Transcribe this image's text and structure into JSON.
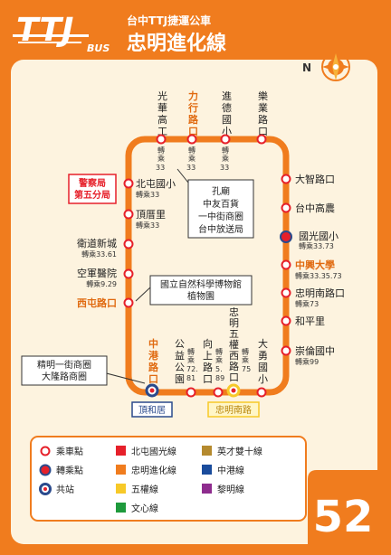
{
  "header": {
    "logo_text": "TTJ",
    "logo_sub": "BUS",
    "company": "台中TTJ捷運公車",
    "route_name": "忠明進化線"
  },
  "compass": {
    "label": "N"
  },
  "route_number": "52",
  "colors": {
    "orange": "#F07C1E",
    "cream": "#FDF3DF",
    "red": "#E6202A",
    "navy": "#2A4A8C"
  },
  "stops": {
    "top": [
      {
        "name": "光華高工",
        "transfer": "轉乘",
        "lines": "33"
      },
      {
        "name": "力行路口",
        "transfer": "轉乘",
        "lines": "33",
        "highlight": true
      },
      {
        "name": "進德國小",
        "transfer": "轉乘",
        "lines": "33"
      },
      {
        "name": "樂業路口",
        "transfer": "",
        "lines": ""
      }
    ],
    "left": [
      {
        "name": "北屯國小",
        "transfer": "轉乘33"
      },
      {
        "name": "頂厝里",
        "transfer": "轉乘33"
      },
      {
        "name": "衛道新城",
        "transfer": "轉乘33.61"
      },
      {
        "name": "空軍醫院",
        "transfer": "轉乘9.29"
      },
      {
        "name": "西屯路口",
        "transfer": "",
        "highlight": true
      }
    ],
    "right": [
      {
        "name": "大智路口",
        "transfer": ""
      },
      {
        "name": "台中高農",
        "transfer": ""
      },
      {
        "name": "國光國小",
        "transfer": "轉乘33.73"
      },
      {
        "name": "中興大學",
        "transfer": "轉乘33.35.73",
        "highlight": true
      },
      {
        "name": "忠明南路口",
        "transfer": "轉乘73"
      },
      {
        "name": "和平里",
        "transfer": ""
      },
      {
        "name": "崇倫國中",
        "transfer": "轉乘99"
      }
    ],
    "bottom": [
      {
        "name": "中港路口",
        "transfer": "",
        "lines": "",
        "highlight": true
      },
      {
        "name": "公益公園",
        "transfer": "轉乘",
        "lines": "72.81"
      },
      {
        "name": "向上路口",
        "transfer": "轉乘",
        "lines": "5.89"
      },
      {
        "name": "忠明五權西路口",
        "transfer": "轉乘",
        "lines": "75"
      },
      {
        "name": "大勇國小",
        "transfer": "",
        "lines": ""
      }
    ],
    "terminal_left": "頂和居",
    "terminal_right": "忠明南路"
  },
  "landmarks": {
    "police": [
      "警察局",
      "第五分局"
    ],
    "central": [
      "孔廟",
      "中友百貨",
      "一中街商圈",
      "台中放送局"
    ],
    "museum": [
      "國立自然科學博物館",
      "植物園"
    ],
    "shopping": [
      "精明一街商圈",
      "大隆路商圈"
    ]
  },
  "legend": {
    "symbols": [
      "乘車點",
      "轉乘點",
      "共站"
    ],
    "lines": [
      {
        "name": "北屯國光線",
        "color": "#E6202A"
      },
      {
        "name": "忠明進化線",
        "color": "#F07C1E"
      },
      {
        "name": "五權線",
        "color": "#F7C928"
      },
      {
        "name": "文心線",
        "color": "#1E9A3C"
      },
      {
        "name": "英才雙十線",
        "color": "#B58A2E"
      },
      {
        "name": "中港線",
        "color": "#1A4C9C"
      },
      {
        "name": "黎明線",
        "color": "#8E2C8E"
      }
    ]
  }
}
